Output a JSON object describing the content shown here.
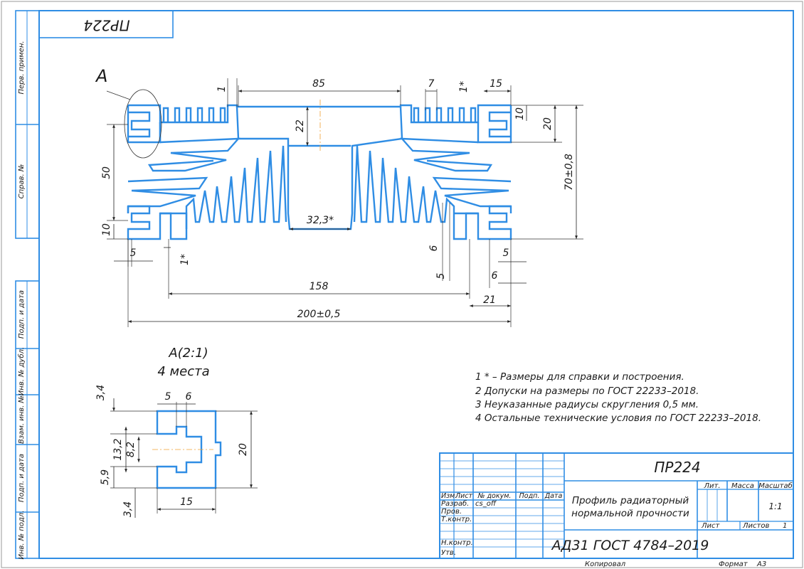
{
  "drawing": {
    "designation": "ПР224",
    "designation_mirrored": "ПР224",
    "detail_callout": "А",
    "detail_title": "А(2:1)",
    "detail_count": "4 места"
  },
  "side_labels": [
    "Перв. примен.",
    "Справ. №",
    "Подп. и дата",
    "Инв. № дубл.",
    "Взам. инв. №",
    "Подп. и дата",
    "Инв. № подл."
  ],
  "dimensions_main": {
    "d85": "85",
    "d1_top": "1",
    "d7": "7",
    "d1_star": "1*",
    "d15": "15",
    "d10_right": "10",
    "d20_right": "20",
    "d22": "22",
    "d70": "70±0,8",
    "d50": "50",
    "d10_left": "10",
    "d32": "32,3*",
    "d5_left": "5",
    "d1_star_low": "1*",
    "d6_a": "6",
    "d5_a": "5",
    "d5_b": "5",
    "d6_b": "6",
    "d158": "158",
    "d21": "21",
    "d200": "200±0,5"
  },
  "dimensions_detail": {
    "d3_4_top": "3,4",
    "d5": "5",
    "d6": "6",
    "d13_2": "13,2",
    "d8_2": "8,2",
    "d20": "20",
    "d5_9": "5,9",
    "d3_4_bottom": "3,4",
    "d15": "15"
  },
  "notes": [
    "1  * – Размеры для справки и построения.",
    "2  Допуски на размеры по ГОСТ 22233–2018.",
    "3  Неуказанные радиусы скругления 0,5 мм.",
    "4  Остальные технические условия по ГОСТ 22233–2018."
  ],
  "title_block": {
    "designation": "ПР224",
    "name_line1": "Профиль радиаторный",
    "name_line2": "нормальной прочности",
    "material": "АД31 ГОСТ 4784–2019",
    "col_izm": "Изм.",
    "col_list": "Лист",
    "col_doc": "№ докум.",
    "col_podp": "Подп.",
    "col_date": "Дата",
    "row_razrab": "Разраб.",
    "razrab_name": "cs_off",
    "row_prov": "Пров.",
    "row_tkontr": "Т.контр.",
    "row_nkontr": "Н.контр.",
    "row_utv": "Утв.",
    "lit": "Лит.",
    "massa": "Масса",
    "masshtab": "Масштаб",
    "scale": "1:1",
    "sheet_label": "Лист",
    "sheets_label": "Листов",
    "sheets_value": "1",
    "copied": "Копировал",
    "format_label": "Формат",
    "format_value": "А3"
  }
}
